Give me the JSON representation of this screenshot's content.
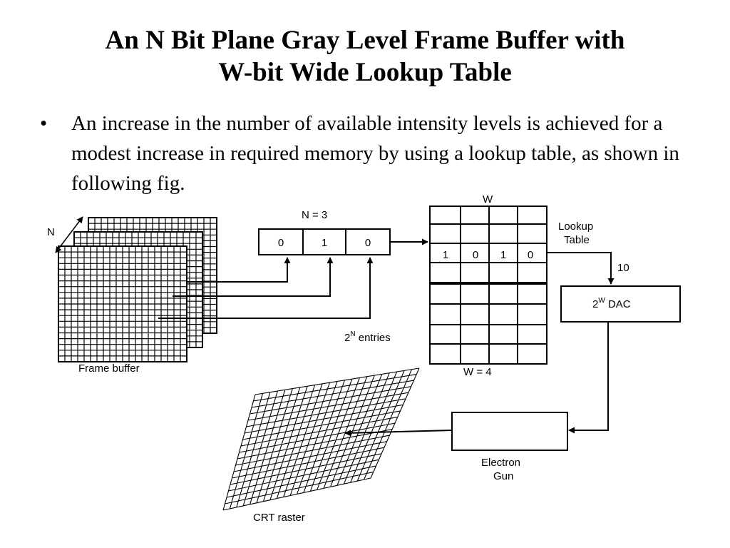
{
  "slide": {
    "title_line1": "An N Bit Plane Gray Level Frame Buffer with",
    "title_line2": "W-bit Wide Lookup Table",
    "bullet_text": "An increase in the number of available intensity levels is achieved for a modest increase in required memory by using a lookup table, as shown in following fig."
  },
  "diagram": {
    "n_label": "N",
    "frame_buffer_label": "Frame buffer",
    "register_label": "N = 3",
    "register_bits": [
      "0",
      "1",
      "0"
    ],
    "entries_label_base": "2",
    "entries_label_sup": "N",
    "entries_label_rest": " entries",
    "w_label": "W",
    "lookup_label_line1": "Lookup",
    "lookup_label_line2": "Table",
    "lookup_row_bits": [
      "1",
      "0",
      "1",
      "0"
    ],
    "w_bottom_label": "W = 4",
    "ten_label": "10",
    "dac_base": "2",
    "dac_sup": "W",
    "dac_rest": " DAC",
    "gun_line1": "Electron",
    "gun_line2": "Gun",
    "crt_label": "CRT raster"
  }
}
